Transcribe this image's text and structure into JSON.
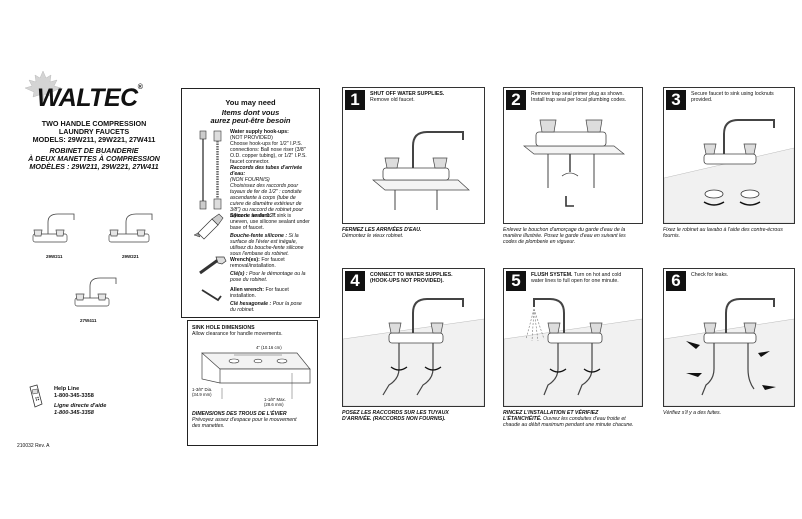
{
  "brand": {
    "name": "WALTEC",
    "reg": "®"
  },
  "product": {
    "title_en_1": "TWO HANDLE COMPRESSION",
    "title_en_2": "LAUNDRY FAUCETS",
    "title_en_3": "MODELS: 29W211, 29W221, 27W411",
    "title_fr_1": "ROBINET DE BUANDERIE",
    "title_fr_2": "À DEUX MANETTES À COMPRESSION",
    "title_fr_3": "MODÈLES : 29W211, 29W221, 27W411",
    "model_a": "29W211",
    "model_b": "29W221",
    "model_c": "27W411"
  },
  "help": {
    "label_en": "Help Line",
    "phone_en": "1-800-345-3358",
    "label_fr": "Ligne directe d'aide",
    "phone_fr": "1-800-345-3358"
  },
  "doc_code": "210032  Rev. A",
  "needs": {
    "head_en": "You may need",
    "head_fr_1": "Items dont vous",
    "head_fr_2": "aurez peut-être besoin",
    "supply_en_title": "Water supply hook-ups:",
    "supply_en_1": "(NOT PROVIDED)",
    "supply_en_2": "Choose hook-ups for 1/2\" I.P.S.",
    "supply_en_3": "connections: Ball nose riser (3/8\"",
    "supply_en_4": "O.D. copper tubing), or 1/2\" I.P.S.",
    "supply_en_5": "faucet connector.",
    "supply_fr_title": "Raccords des tubes d'arrivée",
    "supply_fr_title2": "d'eau:",
    "supply_fr_1": "(NON FOURNIS)",
    "supply_fr_2": "Choisissez des raccords pour",
    "supply_fr_3": "tuyaux de fer de 1/2\" : conduite",
    "supply_fr_4": "ascendante à corps (tube de",
    "supply_fr_5": "cuivre de diamètre extérieur de",
    "supply_fr_6": "3/8\") ou raccord de robinet pour",
    "supply_fr_7": "tuyau de fer de 1/2\".",
    "sealant_title": "Silicone sealant:",
    "sealant_1": "If sink is",
    "sealant_2": "uneven, use silicone sealant under",
    "sealant_3": "base of faucet.",
    "sealant_fr_title": "Bouche-fente silicone :",
    "sealant_fr_1": "Si la",
    "sealant_fr_2": "surface de l'évier est inégale,",
    "sealant_fr_3": "utilisez du bouche-fente silicone",
    "sealant_fr_4": "sous l'embase du robinet.",
    "wrench_title": "Wrench(es):",
    "wrench_1": "For faucet",
    "wrench_2": "removal/installation.",
    "wrench_fr_title": "Clé(s) :",
    "wrench_fr_1": "Pour le démontage ou la",
    "wrench_fr_2": "pose du robinet.",
    "allen_title": "Allen wrench:",
    "allen_1": "For faucet",
    "allen_2": "installation.",
    "allen_fr_title": "Clé hexagonale :",
    "allen_fr_1": "Pour la pose",
    "allen_fr_2": "du robinet."
  },
  "sink": {
    "head_en": "SINK HOLE DIMENSIONS",
    "sub_en": "Allow clearance for handle movements.",
    "dim_top": "4\" (10.16 cm)",
    "dim_left_1": "1-3/8\" Dia.",
    "dim_left_2": "(34.9 mm)",
    "dim_right_1": "1-1/8\" Max.",
    "dim_right_2": "(28.6 mm)",
    "head_fr": "DIMENSIONS DES TROUS DE L'ÉVIER",
    "sub_fr_1": "Prévoyez assez d'espace pour le mouvement",
    "sub_fr_2": "des manettes."
  },
  "steps": [
    {
      "num": "1",
      "en_title": "SHUT OFF WATER SUPPLIES.",
      "en_body": "Remove old faucet.",
      "fr_title": "FERMEZ LES ARRIVÉES D'EAU.",
      "fr_body": "Démontez le vieux robinet."
    },
    {
      "num": "2",
      "en_body_1": "Remove trap seal primer plug as shown.",
      "en_body_2": "Install trap seal per local plumbing codes.",
      "fr_body_1": "Enlevez le bouchon d'amorçage du garde d'eau de la",
      "fr_body_2": "manière illustrée.  Posez le garde d'eau en suivant les",
      "fr_body_3": "codes de plomberie en vigueur."
    },
    {
      "num": "3",
      "en_body_1": "Secure faucet to sink using locknuts",
      "en_body_2": "provided.",
      "fr_body_1": "Fixez le robinet au lavabo à l'aide des contre-écrous",
      "fr_body_2": "fournis."
    },
    {
      "num": "4",
      "en_title_1": "CONNECT TO WATER SUPPLIES.",
      "en_title_2": "(HOOK-UPS NOT PROVIDED).",
      "fr_title_1": "POSEZ LES RACCORDS SUR LES TUYAUX",
      "fr_title_2": "D'ARRIVÉE.  (RACCORDS NON FOURNIS)."
    },
    {
      "num": "5",
      "en_title": "FLUSH SYSTEM.",
      "en_body_1": "Turn on hot and cold",
      "en_body_2": "water lines to full open for one minute.",
      "fr_title_1": "RINCEZ L'INSTALLATION ET VÉRIFIEZ",
      "fr_title_2": "L'ÉTANCHÉITÉ.",
      "fr_body_1": "Ouvrez les conduites d'eau froide et",
      "fr_body_2": "chaude au débit maximum pendant une minute chacune."
    },
    {
      "num": "6",
      "en_body": "Check for leaks.",
      "fr_body": "Vérifiez s'il y a des fuites."
    }
  ]
}
